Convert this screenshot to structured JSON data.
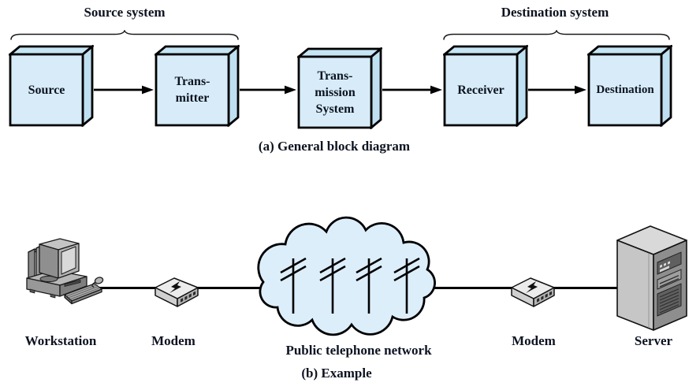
{
  "figure": {
    "part_a": {
      "caption": "(a) General block diagram",
      "groups": [
        {
          "id": "source-system",
          "label": "Source system"
        },
        {
          "id": "destination-system",
          "label": "Destination system"
        }
      ],
      "boxes": [
        {
          "id": "source",
          "lines": [
            "Source"
          ]
        },
        {
          "id": "transmitter",
          "lines": [
            "Trans-",
            "mitter"
          ]
        },
        {
          "id": "transmission-system",
          "lines": [
            "Trans-",
            "mission",
            "System"
          ]
        },
        {
          "id": "receiver",
          "lines": [
            "Receiver"
          ]
        },
        {
          "id": "destination",
          "lines": [
            "Destination"
          ]
        }
      ]
    },
    "part_b": {
      "caption": "(b) Example",
      "nodes": [
        {
          "id": "workstation",
          "label": "Workstation",
          "icon": "workstation-icon"
        },
        {
          "id": "modem-left",
          "label": "Modem",
          "icon": "modem-icon"
        },
        {
          "id": "public-telephone-network",
          "label": "Public telephone network",
          "icon": "cloud-icon"
        },
        {
          "id": "modem-right",
          "label": "Modem",
          "icon": "modem-icon"
        },
        {
          "id": "server",
          "label": "Server",
          "icon": "server-icon"
        }
      ]
    },
    "colors": {
      "box_front": "#d7ecf8",
      "box_top": "#c6e5f4",
      "box_side": "#bfe0f1",
      "cloud_fill": "#ddeefb",
      "outline": "#000000",
      "text": "#0d1321"
    }
  }
}
